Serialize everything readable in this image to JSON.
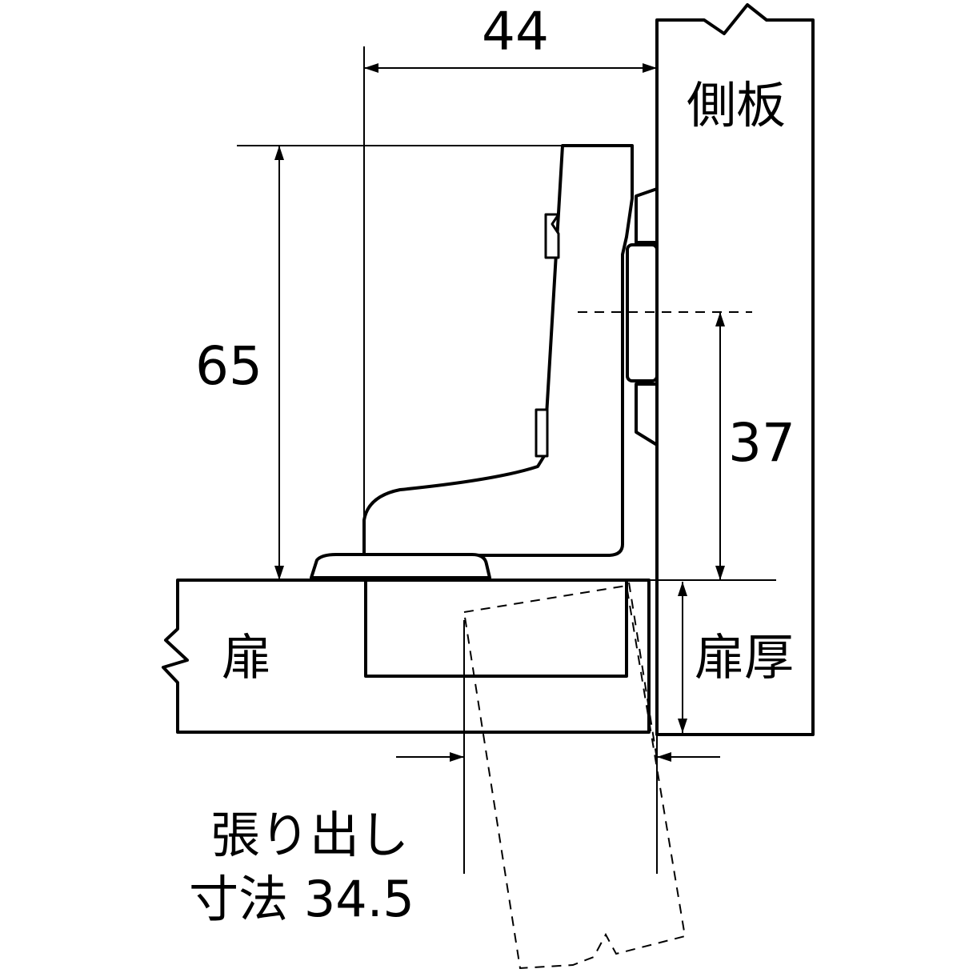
{
  "labels": {
    "width_dimension": "44",
    "height_dimension": "65",
    "cup_offset_dimension": "37",
    "side_panel": "側板",
    "door": "扉",
    "door_thickness": "扉厚",
    "overhang_line1": "張り出し",
    "overhang_line2": "寸法 34.5"
  }
}
